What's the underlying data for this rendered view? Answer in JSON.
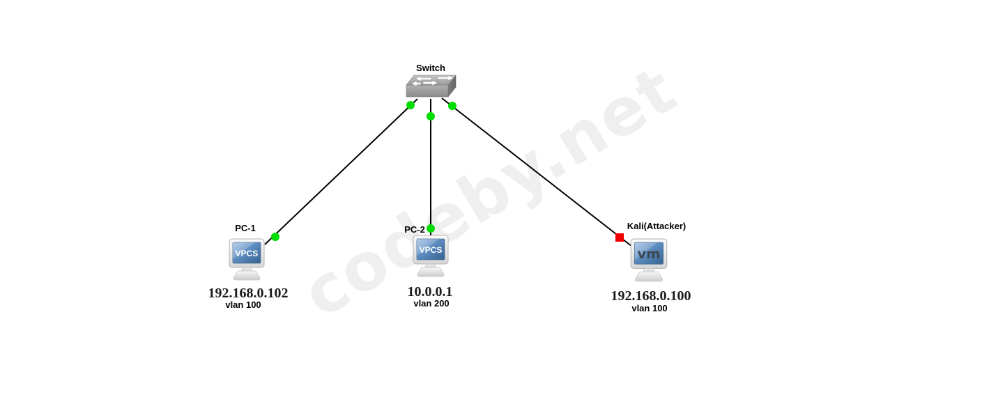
{
  "watermark": {
    "text": "codeby.net",
    "color": "#efefef"
  },
  "nodes": {
    "switch": {
      "label": "Switch",
      "icon": "ethernet-switch-icon",
      "type": "ethernet-switch"
    },
    "pc1": {
      "label": "PC-1",
      "icon": "vpcs-pc-icon",
      "screen_text": "VPCS",
      "ip": "192.168.0.102",
      "vlan": "vlan 100"
    },
    "pc2": {
      "label": "PC-2",
      "icon": "vpcs-pc-icon",
      "screen_text": "VPCS",
      "ip": "10.0.0.1",
      "vlan": "vlan 200"
    },
    "kali": {
      "label": "Kali(Attacker)",
      "icon": "vm-pc-icon",
      "screen_text": "vm",
      "ip": "192.168.0.100",
      "vlan": "vlan 100"
    }
  },
  "links": [
    {
      "from": "Switch",
      "to": "PC-1",
      "status": "up",
      "indicator_shape": "circle",
      "indicator_color": "#00dd00"
    },
    {
      "from": "Switch",
      "to": "PC-2",
      "status": "up",
      "indicator_shape": "circle",
      "indicator_color": "#00dd00"
    },
    {
      "from": "Switch",
      "to": "Kali(Attacker)",
      "status": "suspended",
      "indicator_shape": "square",
      "indicator_color": "#ee0000"
    }
  ],
  "colors": {
    "background": "#ffffff",
    "link_line": "#000000",
    "link_up": "#00dd00",
    "link_suspended": "#ee0000"
  }
}
